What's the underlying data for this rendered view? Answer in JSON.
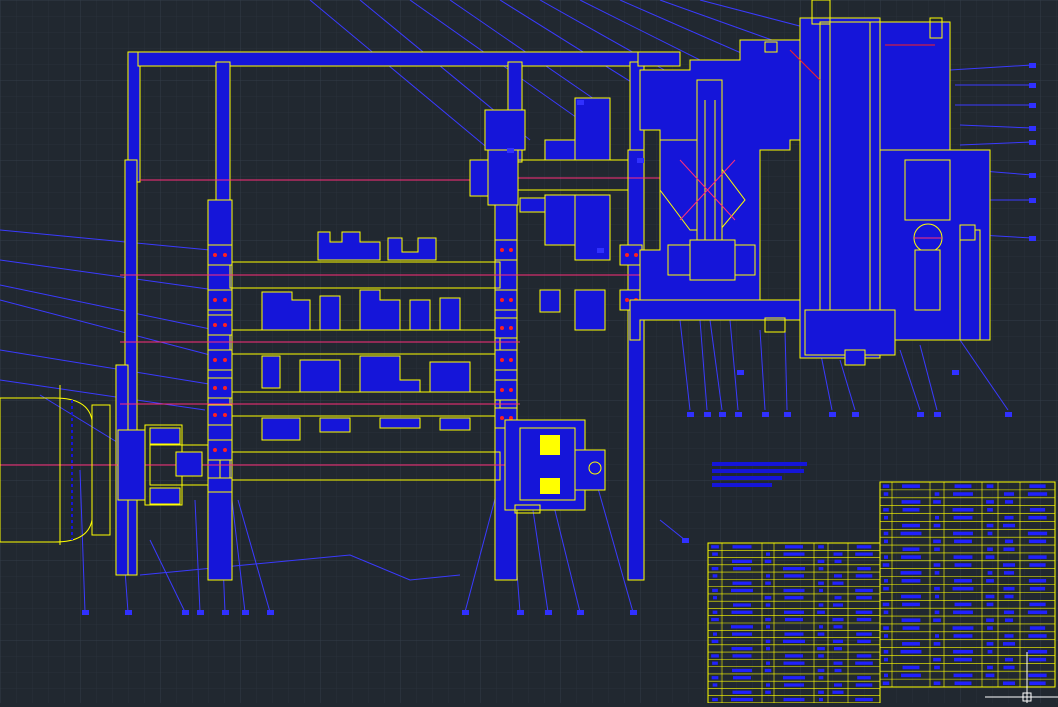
{
  "app": {
    "type": "cad-drawing-viewport",
    "content": "gearbox-assembly-drawing"
  },
  "colors": {
    "background": "#212830",
    "grid_minor": "#2a323b",
    "grid_major": "#343e49",
    "body_fill": "#1515d9",
    "outline": "#ffff00",
    "leader": "#3a3aff",
    "centerline": "#ff2e7a",
    "table_line": "#ffff00",
    "accent_red": "#ff2020"
  },
  "drawing": {
    "balloon_count": 38,
    "parts_table_rows": 22,
    "bom_table_rows": 26
  }
}
